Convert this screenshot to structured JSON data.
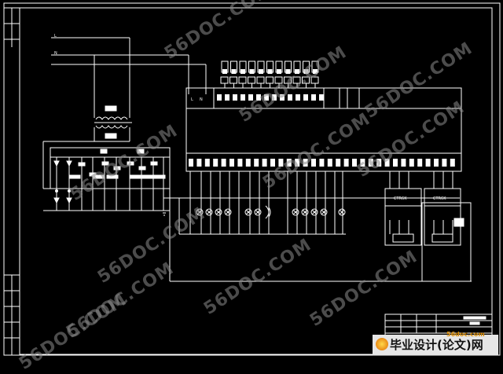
{
  "diagram": {
    "bus_labels": [
      "L",
      "N"
    ],
    "plc_top_terminals": [
      "L",
      "N"
    ],
    "module_labels": [
      "CTR6K",
      "CTR6K"
    ],
    "watermark_text": "56DOC.COM",
    "watermark_count": 11
  },
  "branding": {
    "site_text": "毕业设计(论文)网",
    "site_url": "56doc.com"
  },
  "colors": {
    "background": "#000000",
    "line": "#ffffff",
    "watermark": "#8a8a8a"
  }
}
